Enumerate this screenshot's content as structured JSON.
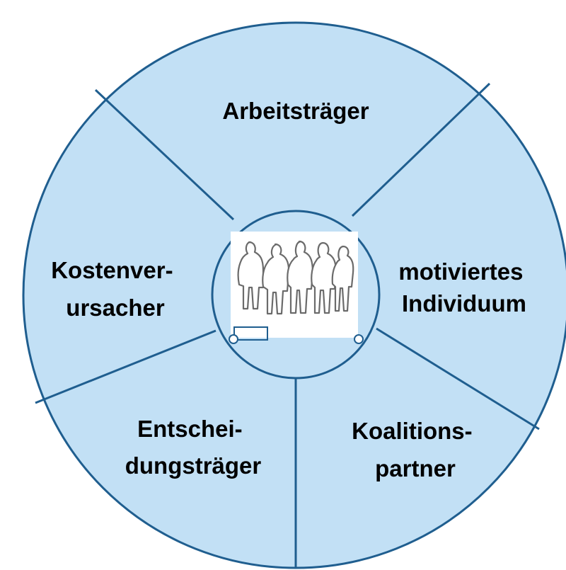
{
  "colors": {
    "fill": "#c2e0f5",
    "stroke": "#1f5e8f",
    "background": "#ffffff"
  },
  "segments": [
    {
      "id": "top",
      "lines": [
        "Arbeitsträger"
      ]
    },
    {
      "id": "right",
      "lines": [
        "motiviertes",
        "Individuum"
      ]
    },
    {
      "id": "bottom-right",
      "lines": [
        "Koalitions-",
        "partner"
      ]
    },
    {
      "id": "bottom-left",
      "lines": [
        "Entschei-",
        "dungsträger"
      ]
    },
    {
      "id": "left",
      "lines": [
        "Kostenver-",
        "ursacher"
      ]
    }
  ],
  "center": {
    "icon": "group-of-people-silhouette-icon"
  }
}
